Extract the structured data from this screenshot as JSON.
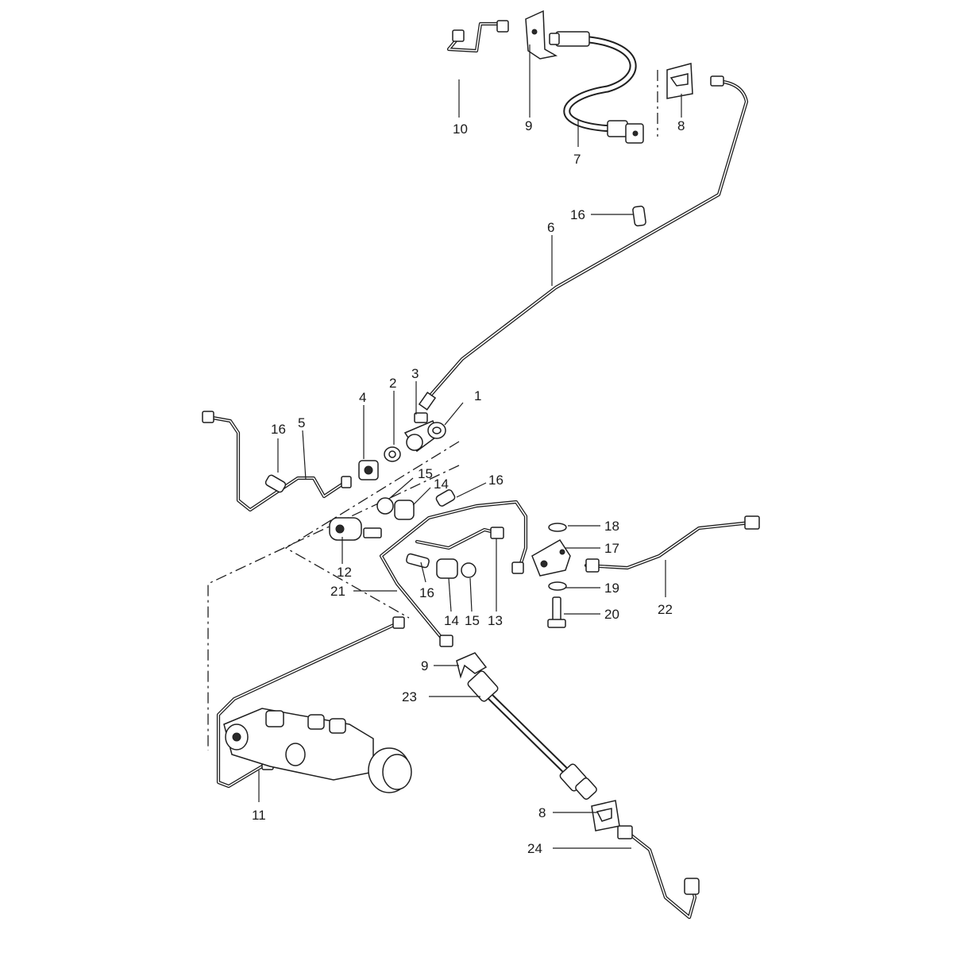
{
  "diagram": {
    "callouts": {
      "c1": "1",
      "c2": "2",
      "c3": "3",
      "c4": "4",
      "c5": "5",
      "c6": "6",
      "c7": "7",
      "c8a": "8",
      "c8b": "8",
      "c9a": "9",
      "c9b": "9",
      "c10": "10",
      "c11": "11",
      "c12": "12",
      "c13": "13",
      "c14a": "14",
      "c14b": "14",
      "c15a": "15",
      "c15b": "15",
      "c16a": "16",
      "c16b": "16",
      "c16c": "16",
      "c16d": "16",
      "c17": "17",
      "c18": "18",
      "c19": "19",
      "c20": "20",
      "c21": "21",
      "c22": "22",
      "c23": "23",
      "c24": "24"
    }
  }
}
